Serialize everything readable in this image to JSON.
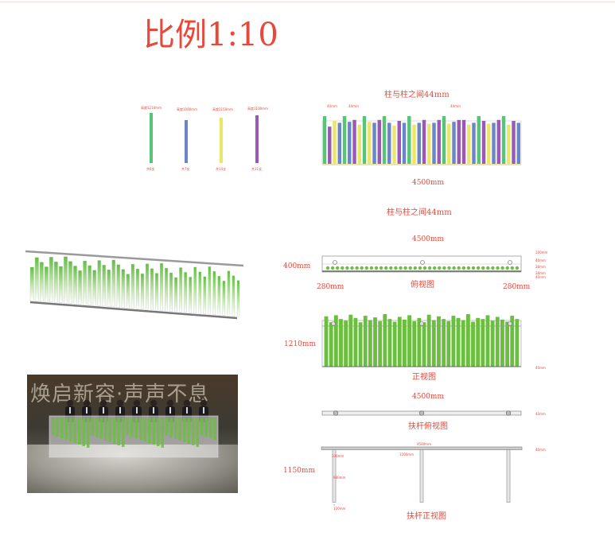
{
  "scale_title": "比例1:10",
  "colors": {
    "green": "#59c37a",
    "blue": "#6a86c9",
    "yellow": "#ebe66a",
    "purple": "#9b59b6",
    "red": "#e8483a",
    "bright_green": "#6bbf3e"
  },
  "legend": {
    "top_labels": [
      "高度1210mm",
      "高度1000mm",
      "高度1150mm",
      "高度1100mm"
    ],
    "bottom_labels": [
      "共8支",
      "共7支",
      "共14支",
      "共11支"
    ]
  },
  "section1": {
    "title": "柱与柱之间44mm",
    "width": "4500mm",
    "tiny_a": "44mm",
    "tiny_b": "44mm",
    "tiny_c": "44mm"
  },
  "section2": {
    "title": "柱与柱之间44mm",
    "width": "4500mm",
    "depth": "400mm",
    "left": "280mm",
    "right": "280mm",
    "view": "俯视图",
    "tiny_r1": "100mm",
    "tiny_r2": "40mm",
    "tiny_r3": "28mm",
    "tiny_r4": "28mm",
    "tiny_r5": "40mm"
  },
  "section3": {
    "height": "1210mm",
    "view": "正视图",
    "tiny_r": "40mm"
  },
  "section4": {
    "width": "4500mm",
    "view": "扶杆俯视图",
    "tiny_r": "40mm"
  },
  "section5": {
    "height": "1150mm",
    "view": "扶杆正视图",
    "tiny_top": "4500mm",
    "tiny_r": "40mm",
    "tiny_a": "100mm",
    "tiny_b": "1200mm",
    "tiny_c": "980mm",
    "tiny_d": "100mm"
  },
  "photo": {
    "banner": "焕启新容·声声不息"
  }
}
